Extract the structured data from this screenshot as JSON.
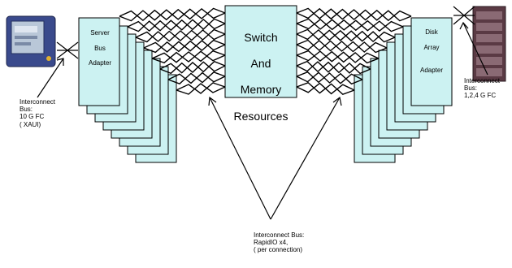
{
  "colors": {
    "card_fill": "#ccf2f2",
    "stroke": "#000000",
    "server_body": "#3a4a8c",
    "screen": "#b9c7d8",
    "disk_body": "#5a3a44"
  },
  "icons": {
    "left_device": "handheld-server-device-icon",
    "right_device": "disk-tower-icon"
  },
  "switch": {
    "line1": "Switch",
    "line2": "And",
    "line3": "Memory",
    "line4": "Resources"
  },
  "server_adapter": {
    "line1": "Server",
    "line2": "Bus",
    "line3": "Adapter",
    "stack_count": 8
  },
  "disk_adapter": {
    "line1": "Disk",
    "line2": "Array",
    "line3": "Adapter",
    "stack_count": 8
  },
  "labels": {
    "left_bus": "Interconnect\nBus:\n10 G FC\n ( XAUI)",
    "right_bus": "Interconnect\nBus:\n 1,2,4 G FC",
    "center_bus": "Interconnect Bus:\nRapidIO x4,\n( per connection)"
  }
}
